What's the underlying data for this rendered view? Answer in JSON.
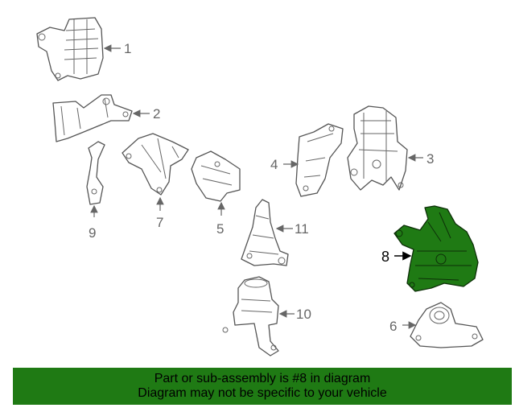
{
  "callouts": {
    "c1": "1",
    "c2": "2",
    "c3": "3",
    "c4": "4",
    "c5": "5",
    "c6": "6",
    "c7": "7",
    "c8": "8",
    "c9": "9",
    "c10": "10",
    "c11": "11"
  },
  "highlight": {
    "part_number": "8",
    "color": "#1f7a14"
  },
  "banner": {
    "line1": "Part or sub-assembly is #8 in diagram",
    "line2": "Diagram may not be specific to your vehicle",
    "background": "#1f7a14"
  }
}
